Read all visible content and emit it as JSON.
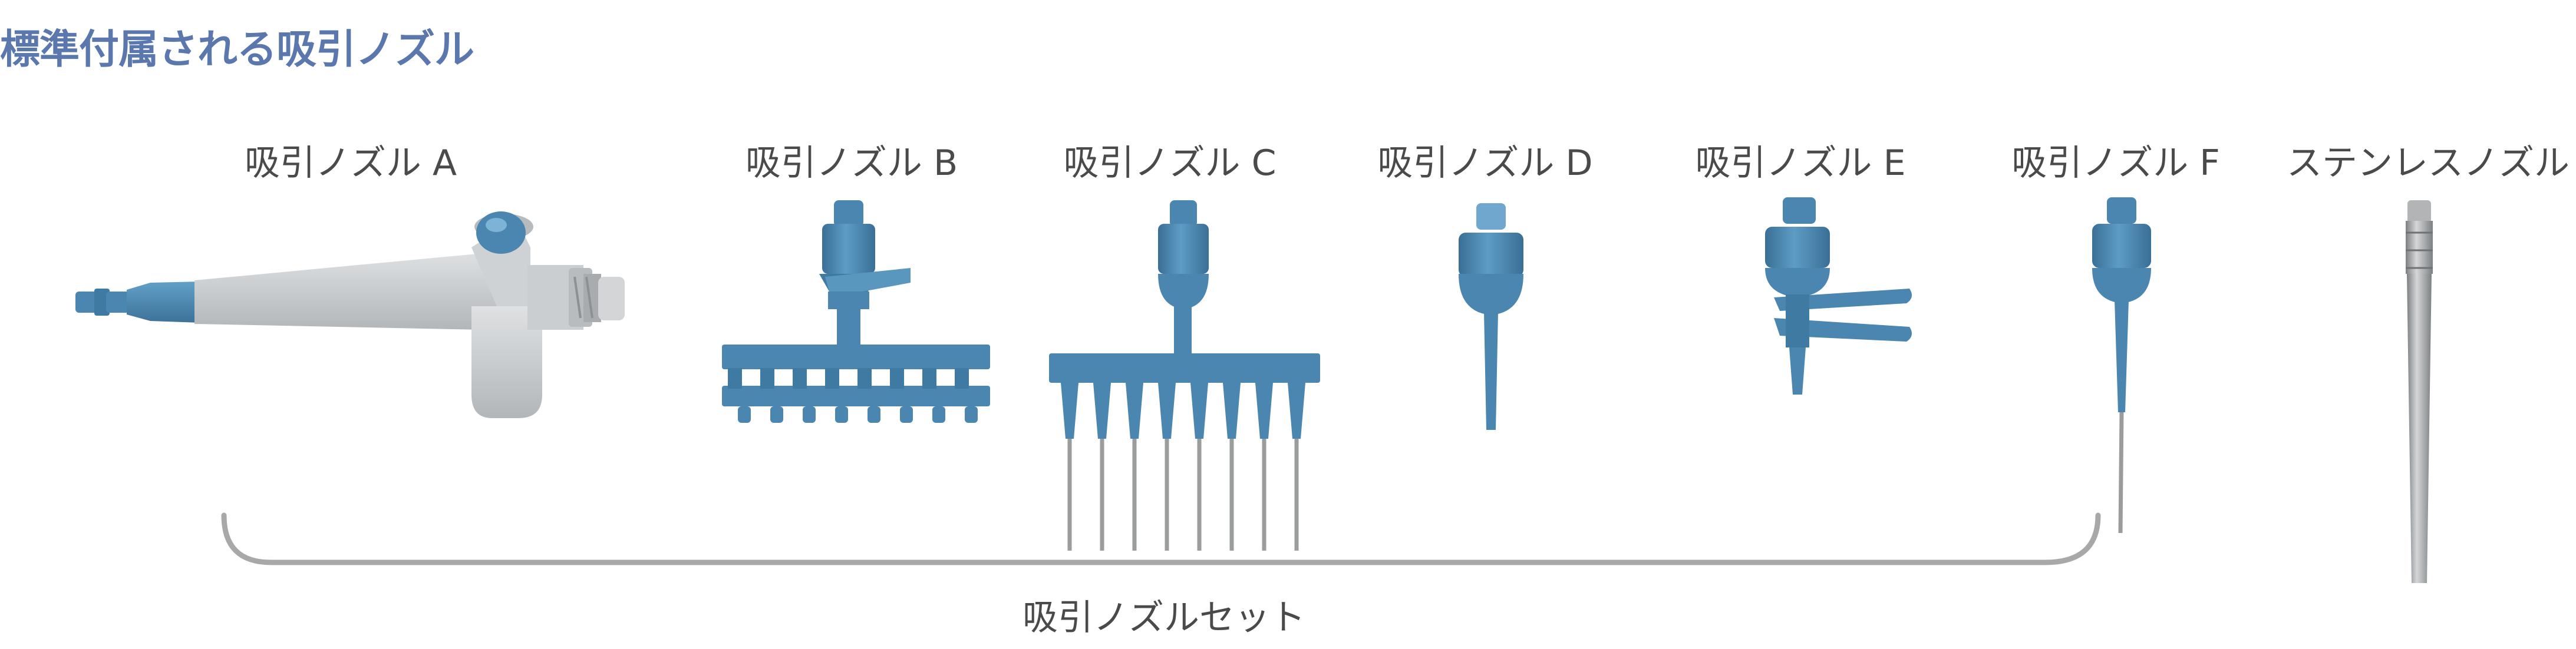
{
  "title": "標準付属される吸引ノズル",
  "nozzles": [
    {
      "label": "吸引ノズル A",
      "icon": "nozzle-a-icon"
    },
    {
      "label": "吸引ノズル B",
      "icon": "nozzle-b-icon"
    },
    {
      "label": "吸引ノズル C",
      "icon": "nozzle-c-icon"
    },
    {
      "label": "吸引ノズル D",
      "icon": "nozzle-d-icon"
    },
    {
      "label": "吸引ノズル E",
      "icon": "nozzle-e-icon"
    },
    {
      "label": "吸引ノズル F",
      "icon": "nozzle-f-icon"
    },
    {
      "label": "ステンレスノズル",
      "icon": "stainless-nozzle-icon"
    }
  ],
  "set_label": "吸引ノズルセット",
  "colors": {
    "title": "#5a78ae",
    "nozzle_blue": "#4a86b0",
    "handle_grey": "#c8cbce",
    "steel": "#9a9c9e",
    "bracket": "#a8a8a8"
  }
}
